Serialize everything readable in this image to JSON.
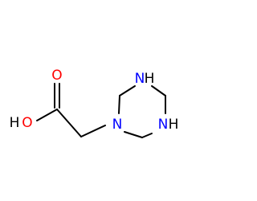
{
  "molecule": {
    "atoms": {
      "o_carbonyl": "O",
      "o_hydroxyl_o": "O",
      "o_hydroxyl_h": "H",
      "n_ring_1": "N",
      "n_ring_3": "N",
      "n_ring_3_h": "H",
      "n_ring_5": "N",
      "n_ring_5_h": "H"
    },
    "colors": {
      "oxygen": "#ff0000",
      "nitrogen": "#0000ff",
      "hydrogen": "#000000",
      "bond": "#000000"
    }
  }
}
